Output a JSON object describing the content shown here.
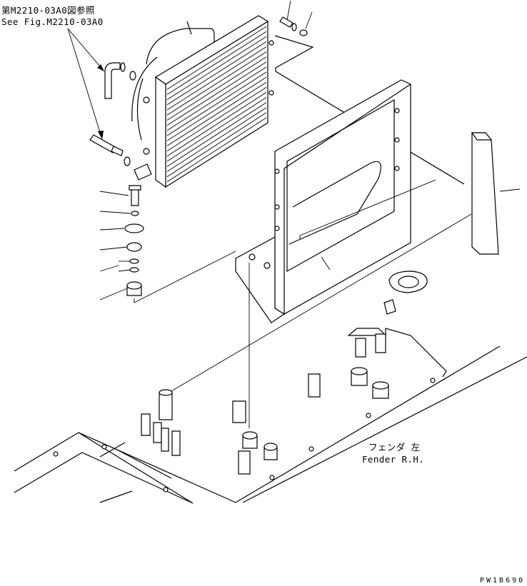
{
  "reference": {
    "line_ja": "第M2210-03A0図参照",
    "line_en": "See Fig.M2210-03A0"
  },
  "fender_label": {
    "ja": "フェンダ 左",
    "en": "Fender R.H."
  },
  "drawing_code": "PW1B690"
}
